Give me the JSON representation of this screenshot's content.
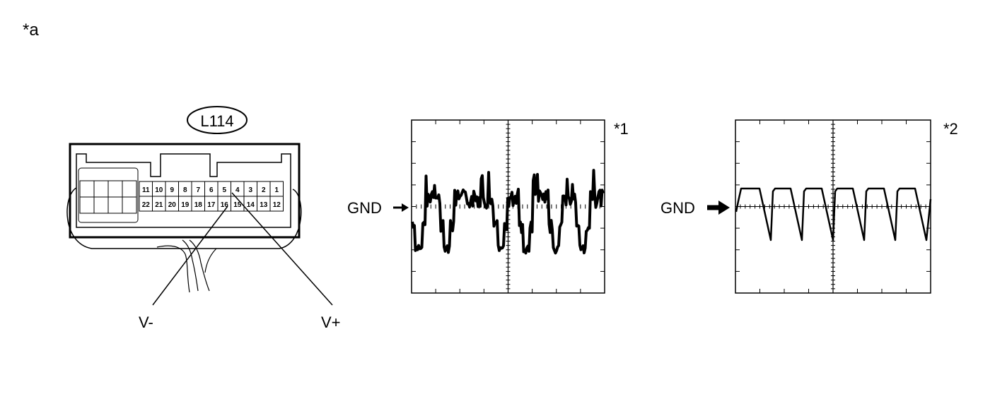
{
  "figure_label": "*a",
  "connector": {
    "id": "L114",
    "pins_top": [
      "11",
      "10",
      "9",
      "8",
      "7",
      "6",
      "5",
      "4",
      "3",
      "2",
      "1"
    ],
    "pins_bottom": [
      "22",
      "21",
      "20",
      "19",
      "18",
      "17",
      "16",
      "15",
      "14",
      "13",
      "12"
    ],
    "probe_negative": "V-",
    "probe_positive": "V+"
  },
  "waveform_1": {
    "callout": "*1",
    "ground_label": "GND"
  },
  "waveform_2": {
    "callout": "*2",
    "ground_label": "GND"
  }
}
